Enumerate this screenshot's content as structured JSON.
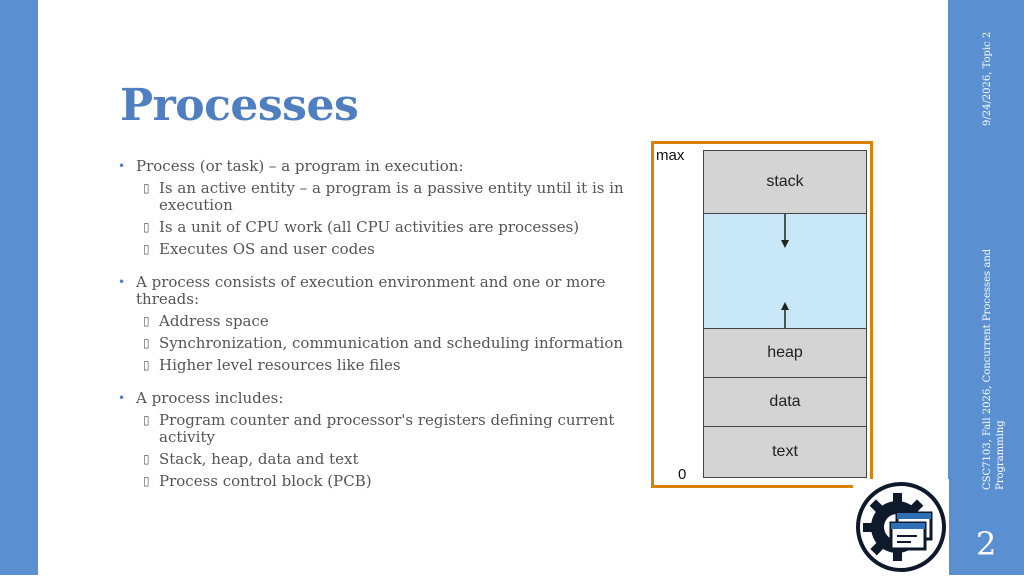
{
  "slide": {
    "title": "Processes",
    "bullets": [
      {
        "text": "Process (or task) – a program in execution:",
        "sub": [
          "Is an active entity – a program is a passive entity until it is in execution",
          "Is a unit of CPU work (all CPU activities are processes)",
          "Executes OS and user codes"
        ]
      },
      {
        "text": "A process consists of execution environment and one or more threads:",
        "sub": [
          "Address space",
          "Synchronization, communication and scheduling information",
          "Higher level resources like files"
        ]
      },
      {
        "text": "A process includes:",
        "sub": [
          "Program counter and processor's registers defining current activity",
          "Stack, heap, data and text",
          "Process control block (PCB)"
        ]
      }
    ],
    "side_date": "9/24/2026, Topic 2",
    "side_course": "CSC7103, Fall 2026, Concurrent Processes and Programming",
    "slide_number": "2"
  },
  "diagram": {
    "max_label": "max",
    "zero_label": "0",
    "segments": {
      "stack": "stack",
      "heap": "heap",
      "data": "data",
      "text": "text"
    },
    "colors": {
      "border": "#d9820a",
      "segment": "#d4d4d4",
      "free_space": "#c9e8f7"
    }
  },
  "theme": {
    "accent": "#5a8fd2",
    "title_color": "#4f7fc0"
  },
  "icons": {
    "logo": "gear-window-logo-icon"
  }
}
